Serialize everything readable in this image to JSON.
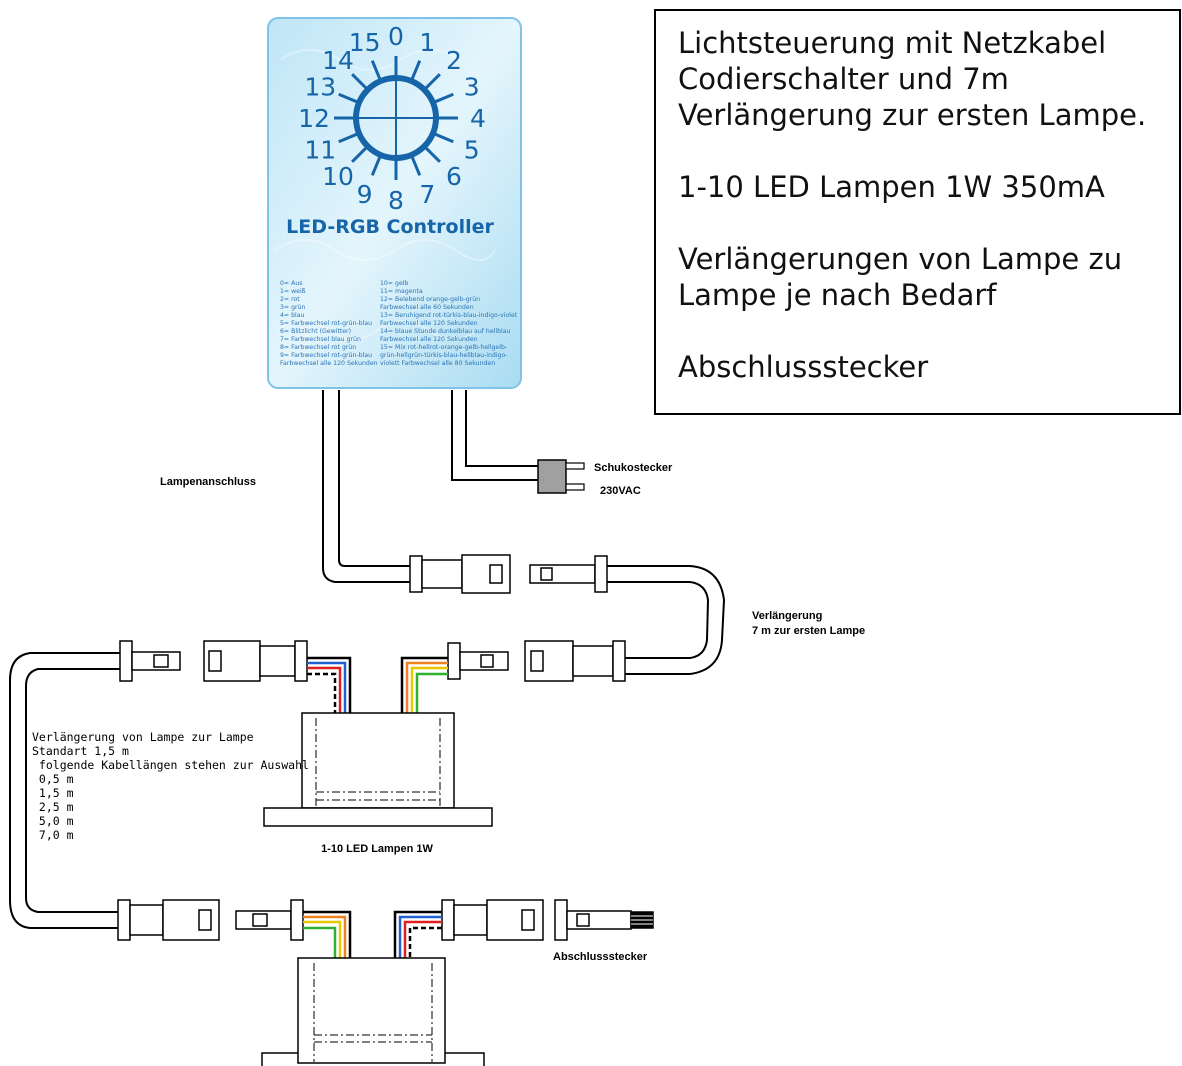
{
  "note": {
    "line1": "Lichtsteuerung mit Netzkabel",
    "line2": "Codierschalter und 7m",
    "line3": "Verlängerung zur ersten Lampe.",
    "line4": "1-10 LED Lampen 1W 350mA",
    "line5": "Verlängerungen von Lampe zu",
    "line6": "Lampe je nach Bedarf",
    "line7": "Abschlussstecker"
  },
  "controller": {
    "title": "LED-RGB Controller",
    "dial_numbers": [
      "0",
      "1",
      "2",
      "3",
      "4",
      "5",
      "6",
      "7",
      "8",
      "9",
      "10",
      "11",
      "12",
      "13",
      "14",
      "15"
    ],
    "legend_left": [
      "0= Aus",
      "1= weiß",
      "2= rot",
      "3= grün",
      "4= blau",
      "5= Farbwechsel rot-grün-blau",
      "6= Blitzlicht (Gewitter)",
      "7= Farbwechsel blau grün",
      "8= Farbwechsel rot grün",
      "9= Farbwechsel rot-grün-blau",
      "   Farbwechsel alle 120 Sekunden"
    ],
    "legend_right": [
      "10= gelb",
      "11= magenta",
      "12= Belebend orange-gelb-grün",
      "   Farbwechsel alle 60 Sekunden",
      "13= Beruhigend rot-türkis-blau-indigo-violet",
      "   Farbwechsel alle 120 Sekunden",
      "14= blaue Stunde dunkelblau auf hellblau",
      "   Farbwechsel alle 120 Sekunden",
      "15= Mix rot-hellrot-orange-gelb-hellgelb-",
      "   grün-hellgrün-türkis-blau-hellblau-indigo-",
      "   violett Farbwechsel alle 80 Sekunden"
    ]
  },
  "labels": {
    "lampenanschluss": "Lampenanschluss",
    "schuko1": "Schukostecker",
    "schuko2": "230VAC",
    "verl1": "Verlängerung",
    "verl2": "7 m zur ersten Lampe",
    "lamp": "1-10 LED Lampen 1W",
    "abschluss": "Abschlussstecker"
  },
  "ext_note": {
    "l1": "Verlängerung von Lampe zur Lampe",
    "l2": "Standart 1,5 m",
    "l3": " folgende Kabellängen stehen zur Auswahl",
    "l4": " 0,5 m",
    "l5": " 1,5 m",
    "l6": " 2,5 m",
    "l7": " 5,0 m",
    "l8": " 7,0 m"
  },
  "colors": {
    "controller_blue": "#1565a8",
    "wire_red": "#e02020",
    "wire_blue": "#2060d0",
    "wire_green": "#30b030",
    "wire_yellow": "#e8c800",
    "wire_orange": "#f08020"
  }
}
